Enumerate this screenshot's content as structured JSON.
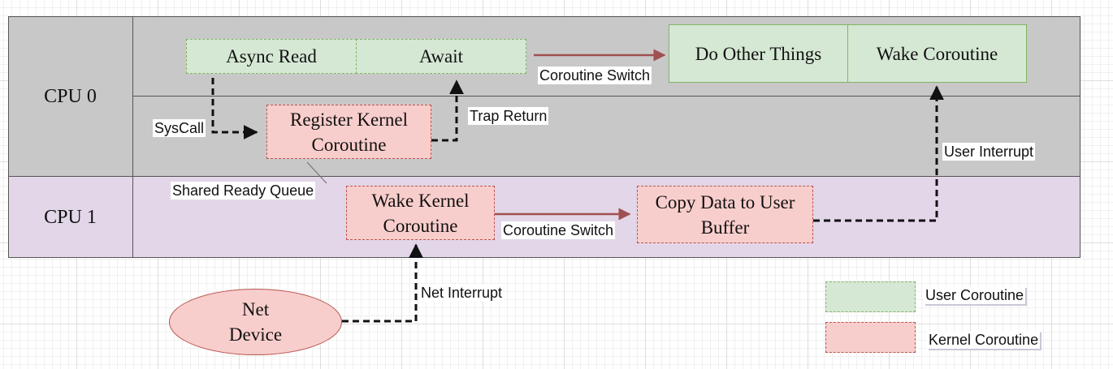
{
  "lanes": {
    "cpu0": "CPU 0",
    "cpu1": "CPU 1"
  },
  "nodes": {
    "async_read": "Async Read",
    "await": "Await",
    "do_other": "Do Other Things",
    "wake_coroutine": "Wake Coroutine",
    "register_kernel": "Register Kernel Coroutine",
    "wake_kernel": "Wake Kernel Coroutine",
    "copy_data": "Copy Data to User Buffer",
    "net_device": "Net Device"
  },
  "edges": {
    "syscall": "SysCall",
    "trap_return": "Trap Return",
    "coroutine_switch_top": "Coroutine Switch",
    "user_interrupt": "User Interrupt",
    "shared_ready_queue": "Shared Ready Queue",
    "coroutine_switch_bottom": "Coroutine Switch",
    "net_interrupt": "Net Interrupt"
  },
  "legend": {
    "user": "User Coroutine",
    "kernel": "Kernel Coroutine"
  },
  "colors": {
    "cpu0_lane": "#c8c8c8",
    "cpu1_lane": "#e2d6e8",
    "user_fill": "#d5e8d4",
    "user_stroke": "#82b366",
    "kernel_fill": "#f8cecc",
    "kernel_stroke": "#b85450",
    "switch_arrow": "#a05050"
  }
}
